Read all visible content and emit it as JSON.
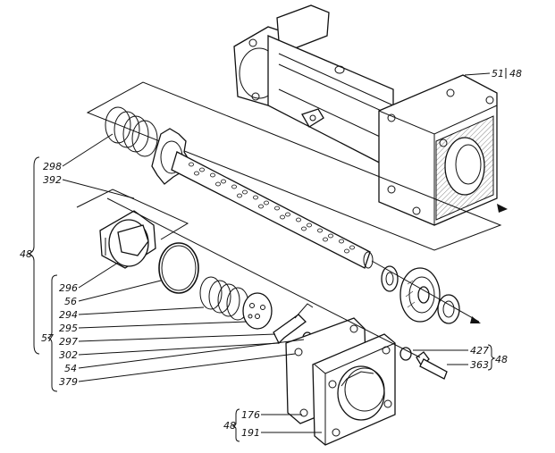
{
  "labels": {
    "housing_ref": "51",
    "housing_group": "48",
    "left_group": "48",
    "l298": "298",
    "l392": "392",
    "l296": "296",
    "l56": "56",
    "l294": "294",
    "l295": "295",
    "l297": "297",
    "l302": "302",
    "l54": "54",
    "l379": "379",
    "l57": "57",
    "l427": "427",
    "l363": "363",
    "right_group": "48",
    "bottom_group": "48",
    "l176": "176",
    "l191": "191"
  }
}
